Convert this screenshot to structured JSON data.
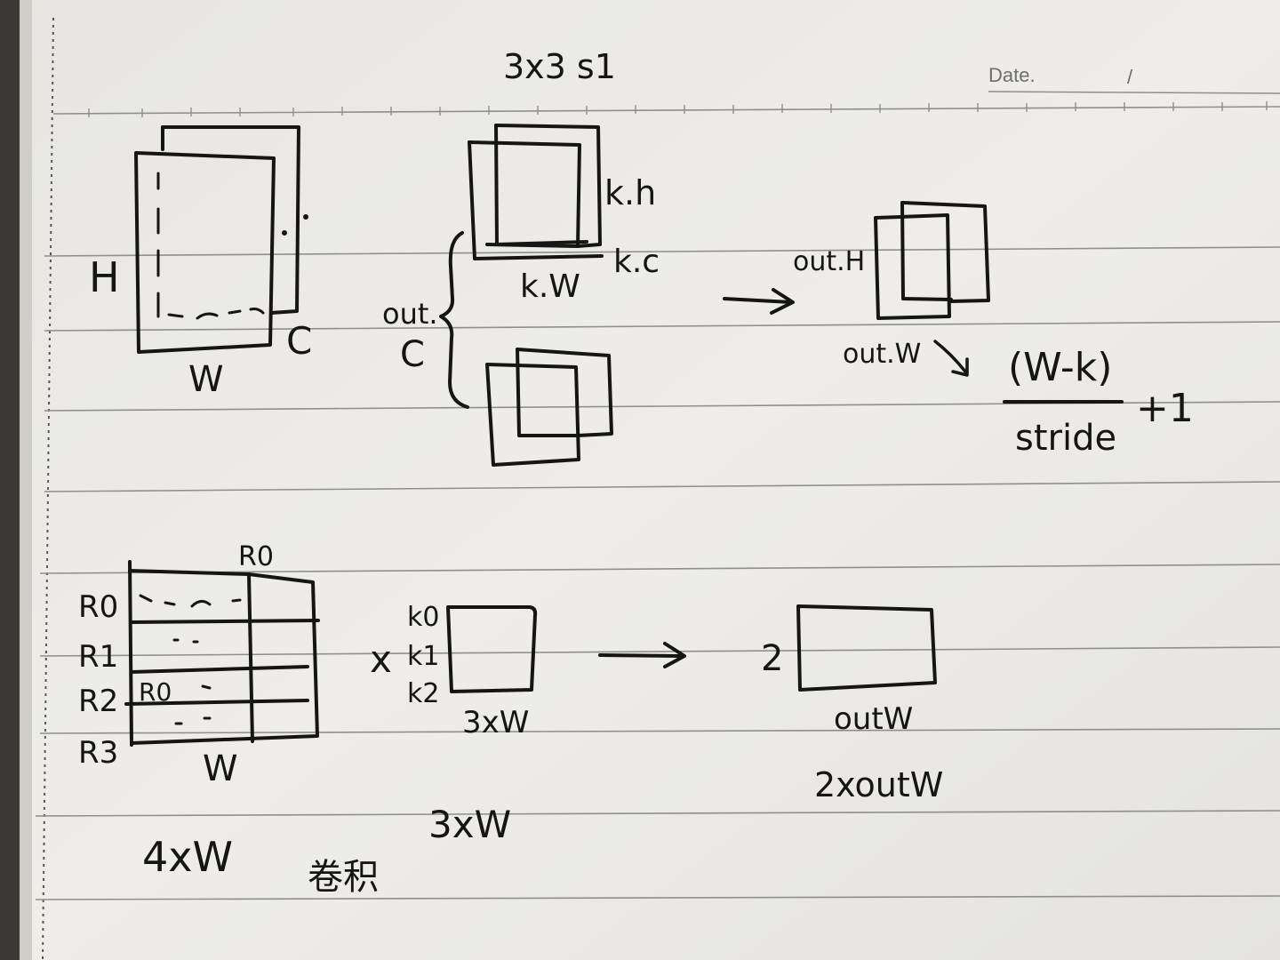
{
  "header": {
    "title": "3x3 s1",
    "date_label": "Date.",
    "date_separator": "/"
  },
  "top_diagram": {
    "input": {
      "height_label": "H",
      "width_label": "W",
      "channel_label": "C"
    },
    "kernel": {
      "kh_label": "k.h",
      "kc_label": "k.c",
      "kw_label": "k.W",
      "outc_label_line1": "out.",
      "outc_label_line2": "C"
    },
    "output": {
      "outh_label": "out.H",
      "outw_label": "out.W"
    },
    "formula": {
      "numerator": "(W-k)",
      "denominator": "stride",
      "suffix": "+1"
    }
  },
  "bottom_diagram": {
    "row_labels": [
      "R0",
      "R1",
      "R2",
      "R3"
    ],
    "top_label": "R0",
    "inner_label": "R0",
    "width_label": "W",
    "size_label": "4xW",
    "multiply_sign": "x",
    "kernel_row_labels": [
      "k0",
      "k1",
      "k2"
    ],
    "kernel_size_label": "3xW",
    "kernel_total_label": "3xW",
    "output_row_count": "2",
    "output_width_label": "outW",
    "output_size_label": "2xoutW",
    "note": "卷积"
  },
  "colors": {
    "paper": "#ecebe8",
    "ink": "#151515",
    "rule_line": "#8f8f8c",
    "margin_line": "#555555",
    "printed_text": "#6e6e6e"
  }
}
